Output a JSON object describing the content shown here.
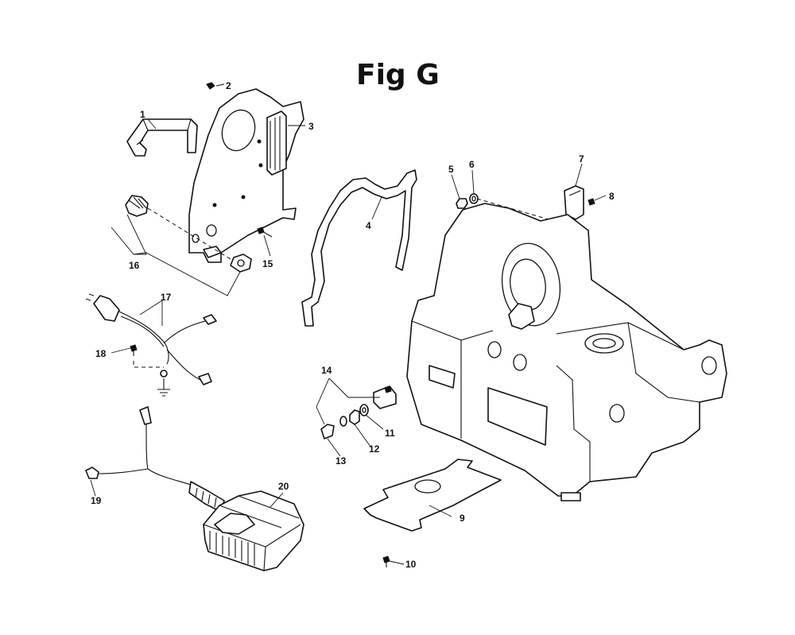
{
  "figure": {
    "title": "Fig G"
  },
  "callouts": [
    "1",
    "2",
    "3",
    "4",
    "5",
    "6",
    "7",
    "8",
    "9",
    "10",
    "11",
    "12",
    "13",
    "14",
    "15",
    "16",
    "17",
    "18",
    "19",
    "20"
  ]
}
